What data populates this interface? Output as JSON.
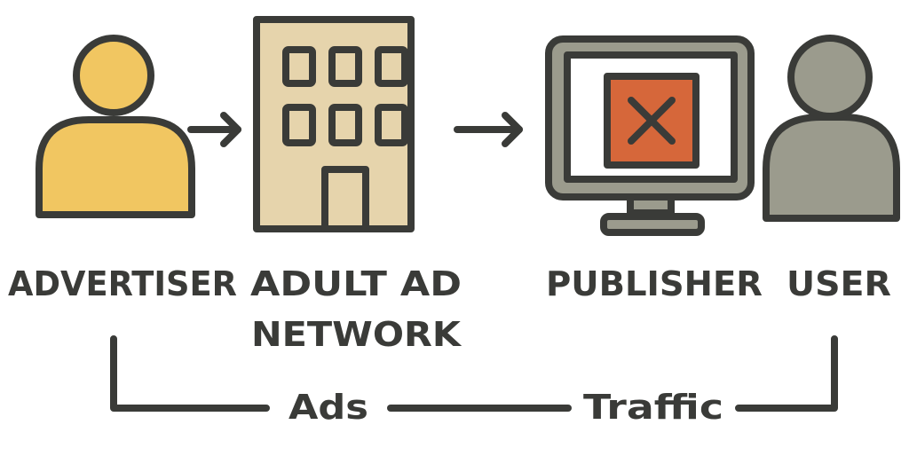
{
  "labels": {
    "advertiser": "ADVERTISER",
    "network_line1": "ADULT AD",
    "network_line2": "NETWORK",
    "publisher": "PUBLISHER",
    "user": "USER",
    "ads": "Ads",
    "traffic": "Traffic"
  },
  "colors": {
    "advertiser": "#f1c661",
    "building": "#e6d4ac",
    "monitor": "#9b9b8d",
    "blocked": "#d6673a",
    "user": "#9b9b8d",
    "outline": "#3a3b38"
  }
}
